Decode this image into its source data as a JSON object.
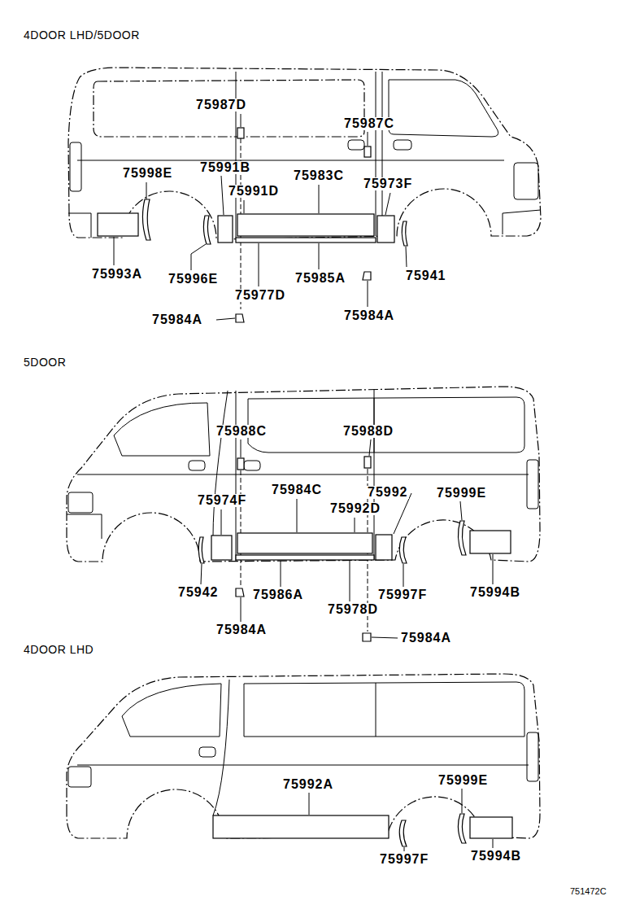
{
  "diagram": {
    "labels": [
      "4DOOR LHD/5DOOR",
      "75987D",
      "75987C",
      "75998E",
      "75991B",
      "75983C",
      "75973F",
      "75991D",
      "75993A",
      "75996E",
      "75977D",
      "75985A",
      "75941",
      "75984A",
      "75984A",
      "5DOOR",
      "75988C",
      "75988D",
      "75984C",
      "75992",
      "75999E",
      "75974F",
      "75992D",
      "75942",
      "75986A",
      "75997F",
      "75994B",
      "75978D",
      "75984A",
      "75984A",
      "4DOOR LHD",
      "75992A",
      "75999E",
      "75997F",
      "75994B",
      "751472C"
    ]
  }
}
